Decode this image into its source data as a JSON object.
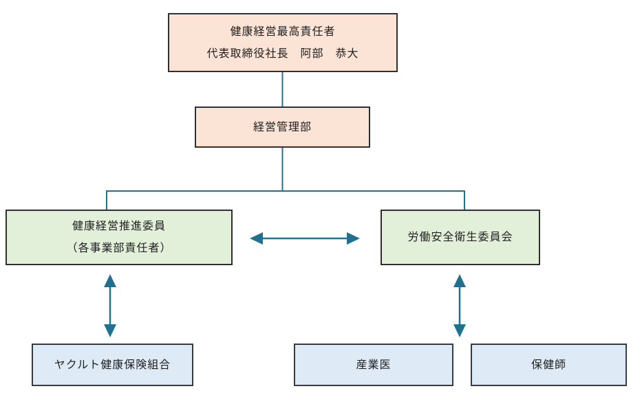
{
  "diagram": {
    "type": "org-chart",
    "nodes": {
      "ceo": {
        "line1": "健康経営最高責任者",
        "line2": "代表取締役社長　阿部　恭大"
      },
      "management": {
        "label": "経営管理部"
      },
      "promotion_committee": {
        "line1": "健康経営推進委員",
        "line2": "（各事業部責任者）"
      },
      "safety_committee": {
        "label": "労働安全衛生委員会"
      },
      "insurance_union": {
        "label": "ヤクルト健康保険組合"
      },
      "occupational_physician": {
        "label": "産業医"
      },
      "public_health_nurse": {
        "label": "保健師"
      }
    },
    "relations": [
      "ceo — management (line)",
      "management — promotion_committee (line)",
      "management — safety_committee (line)",
      "promotion_committee ↔ safety_committee (double arrow)",
      "promotion_committee ↔ insurance_union (double arrow)",
      "safety_committee ↔ occupational_physician / public_health_nurse (double arrow)"
    ]
  },
  "colors": {
    "background": "#ffffff",
    "node_pink_fill": "#fbe3d5",
    "node_green_fill": "#e2f0d9",
    "node_blue_fill": "#deebf7",
    "node_border_dark": "#2f2f2f",
    "connector": "#20708f",
    "text": "#1f1f1f"
  }
}
